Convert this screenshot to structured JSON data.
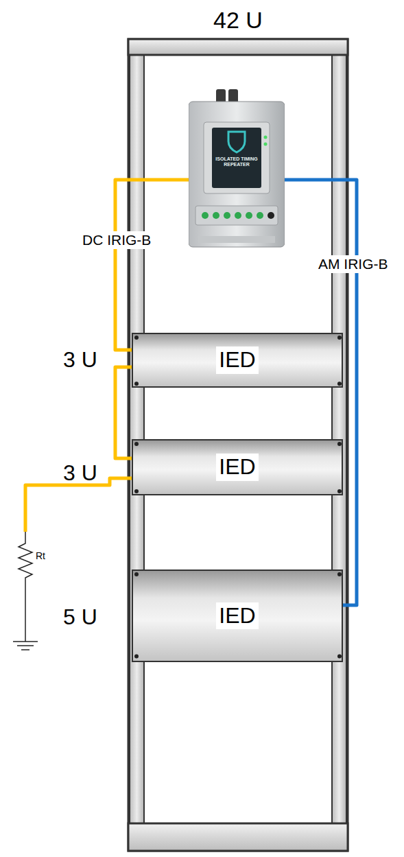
{
  "diagram": {
    "nodes": [
      {
        "text": [
          "ISOLATED TIMING REPEATER"
        ]
      },
      {
        "text": [
          "IED"
        ]
      },
      {
        "text": [
          "IED"
        ]
      },
      {
        "text": [
          "IED"
        ]
      }
    ],
    "edges": [
      {
        "from": 0,
        "to": 1,
        "arrow": "none",
        "label": "DC IRIG-B"
      },
      {
        "from": 1,
        "to": 2,
        "arrow": "none"
      },
      {
        "from": 0,
        "to": 3,
        "arrow": "none",
        "label": "AM IRIG-B"
      }
    ],
    "labels": [
      "42 U",
      "3 U",
      "3 U",
      "5 U",
      "Rt"
    ]
  }
}
